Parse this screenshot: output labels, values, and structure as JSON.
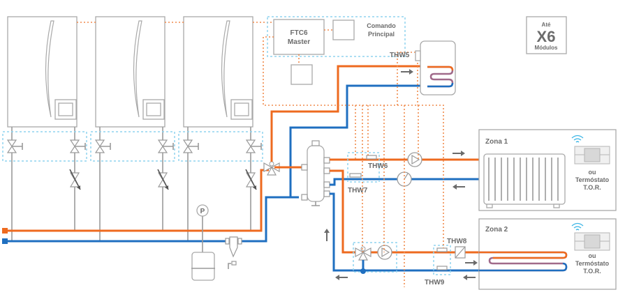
{
  "diagram": {
    "controller": {
      "title_line1": "FTC6",
      "title_line2": "Master"
    },
    "main_remote": {
      "line1": "Comando",
      "line2": "Principal"
    },
    "module_badge": {
      "line1": "Até",
      "line2": "X6",
      "line3": "Módulos"
    },
    "sensors": {
      "thw5": "THW5",
      "thw6": "THW6",
      "thw7": "THW7",
      "thw8": "THW8",
      "thw9": "THW9"
    },
    "pressure_gauge": "P",
    "zones": [
      {
        "title": "Zona 1",
        "emitter": "radiator",
        "alt_line1": "ou",
        "alt_line2": "Termóstato",
        "alt_line3": "T.O.R."
      },
      {
        "title": "Zona 2",
        "emitter": "underfloor",
        "alt_line1": "ou",
        "alt_line2": "Termóstato",
        "alt_line3": "T.O.R."
      }
    ],
    "outdoor_units": 3,
    "colors": {
      "flow_hot": "#ee6a1f",
      "return_cold": "#1f6fc0",
      "signal": "#f08a4b",
      "control_group": "#8fd3ef",
      "equipment": "#a9a9a9"
    }
  }
}
